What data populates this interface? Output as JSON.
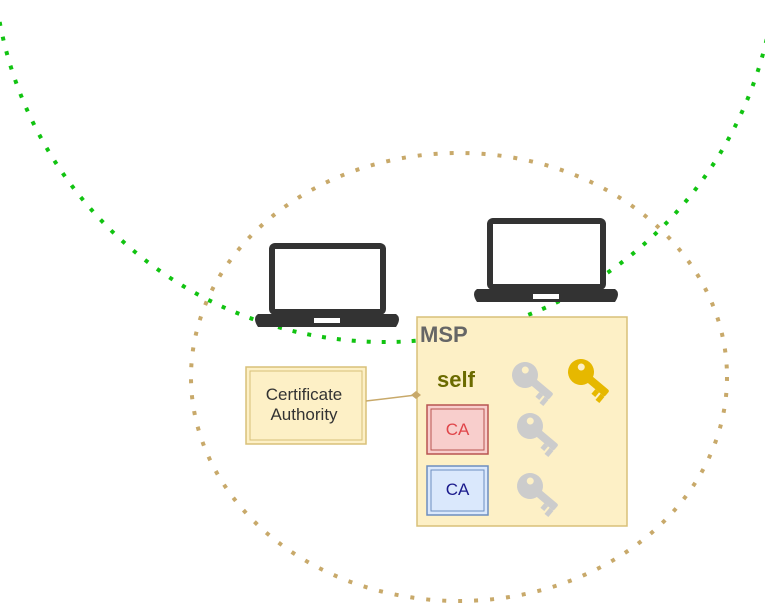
{
  "diagram": {
    "msp_label": "MSP",
    "self_label": "self",
    "ca_red_label": "CA",
    "ca_blue_label": "CA",
    "cert_authority_line1": "Certificate",
    "cert_authority_line2": "Authority"
  },
  "colors": {
    "outer_ring": "#11c311",
    "inner_ring": "#c8a96a",
    "msp_fill": "#fdf0c6",
    "msp_border": "#d8c078",
    "msp_text": "#666666",
    "self_text": "#6b6b00",
    "ca_red_fill": "#f8cecc",
    "ca_red_border": "#b85450",
    "ca_red_text": "#e0464a",
    "ca_blue_fill": "#dae8fc",
    "ca_blue_border": "#6c8ebf",
    "ca_blue_text": "#1a1a8c",
    "key_gray": "#cccccc",
    "key_gold": "#e6b800",
    "laptop": "#333333"
  },
  "icons": [
    "laptop-icon",
    "laptop-icon",
    "key-icon",
    "key-icon",
    "key-icon",
    "key-icon"
  ]
}
